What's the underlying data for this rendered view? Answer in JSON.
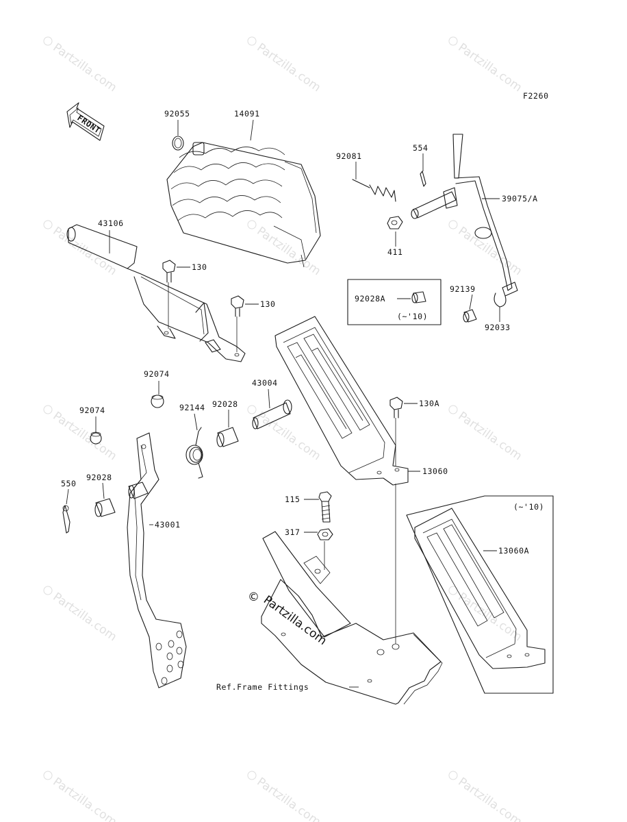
{
  "figure_code": "F2260",
  "front_arrow_label": "FRONT",
  "watermark_text": "Partzilla.com",
  "copyright_text": "Partzilla.com",
  "copyright_symbol": "©",
  "part_labels": {
    "p92055": "92055",
    "p14091": "14091",
    "p92081": "92081",
    "p554": "554",
    "p39075": "39075/A",
    "p43106": "43106",
    "p130a": "130",
    "p130b": "130",
    "p411": "411",
    "p92028A": "92028A",
    "p92028A_note": "(~'10)",
    "p92139": "92139",
    "p92033": "92033",
    "p92074a": "92074",
    "p92074b": "92074",
    "p92144": "92144",
    "p92028a": "92028",
    "p43004": "43004",
    "p130A": "130A",
    "p13060": "13060",
    "p550": "550",
    "p92028b": "92028",
    "p43001": "43001",
    "p115": "115",
    "p317": "317",
    "p13060A": "13060A",
    "p13060A_note": "(~'10)",
    "ref_frame": "Ref.Frame Fittings"
  }
}
